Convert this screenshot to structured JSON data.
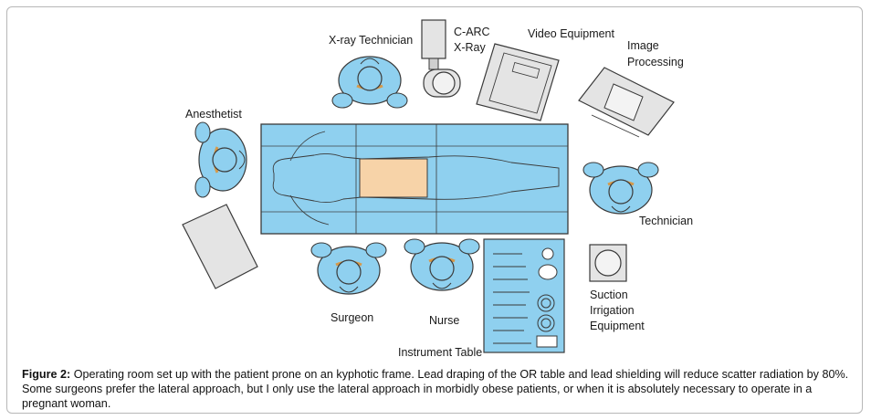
{
  "labels": {
    "xray_technician": "X-ray Technician",
    "carc": "C-ARC",
    "xray": "X-Ray",
    "video_equipment": "Video Equipment",
    "image": "Image",
    "processing": "Processing",
    "anesthetist": "Anesthetist",
    "technician": "Technician",
    "surgeon": "Surgeon",
    "nurse": "Nurse",
    "instrument_table": "Instrument Table",
    "suction": "Suction",
    "irrigation": "Irrigation",
    "equipment": "Equipment"
  },
  "caption": {
    "label": "Figure 2:",
    "text": "Operating room set up with the patient prone on an kyphotic frame. Lead draping of the OR table and lead shielding will reduce scatter radiation by 80%. Some surgeons prefer the lateral approach, but I only use the lateral approach in morbidly obese patients, or when it is absolutely necessary to operate in a pregnant woman."
  },
  "colors": {
    "scrubs": "#8fd0ef",
    "drape": "#8fd0ef",
    "skin": "#f7d3a8",
    "outline": "#3a3a3a",
    "equipment": "#e4e4e4"
  }
}
